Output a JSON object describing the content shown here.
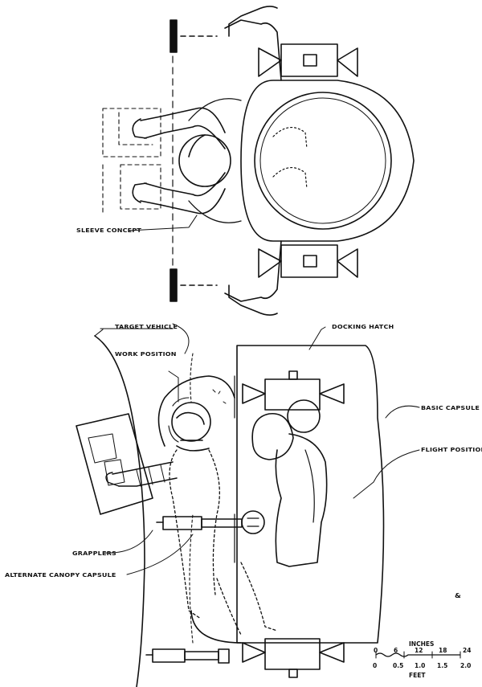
{
  "labels": {
    "sleeve_concept": "SLEEVE CONCEPT",
    "target_vehicle": "TARGET VEHICLE",
    "docking_hatch": "DOCKING HATCH",
    "work_position": "WORK POSITION",
    "basic_capsule": "BASIC CAPSULE",
    "flight_position": "FLIGHT POSITION",
    "grapplers": "GRAPPLERS",
    "alternate_canopy_capsule": "ALTERNATE CANOPY CAPSULE",
    "stray_mark": "&"
  },
  "scale": {
    "inches_title": "INCHES",
    "inch_ticks": [
      "0",
      "6",
      "12",
      "18",
      "24"
    ],
    "feet_ticks": [
      "0",
      "0.5",
      "1.0",
      "1.5",
      "2.0"
    ],
    "feet_title": "FEET"
  },
  "colors": {
    "ink": "#111111",
    "paper": "#ffffff"
  }
}
